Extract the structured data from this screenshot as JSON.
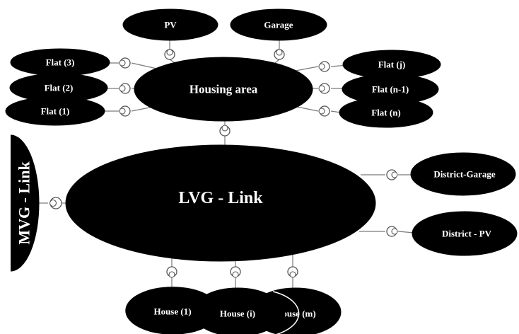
{
  "colors": {
    "node_fill": "#000000",
    "node_text": "#ffffff",
    "connector": "#7a7a7a",
    "background": "#ffffff"
  },
  "nodes": {
    "pv": "PV",
    "garage": "Garage",
    "housing_area": "Housing area",
    "flat_3": "Flat (3)",
    "flat_2": "Flat (2)",
    "flat_1": "Flat (1)",
    "flat_j": "Flat (j)",
    "flat_n_minus_1": "Flat (n-1)",
    "flat_n": "Flat (n)",
    "mvg_link": "MVG - Link",
    "lvg_link": "LVG - Link",
    "district_garage": "District-Garage",
    "district_pv": "District - PV",
    "house_1": "House (1)",
    "house_i": "House (i)",
    "house_m": "House (m)"
  }
}
